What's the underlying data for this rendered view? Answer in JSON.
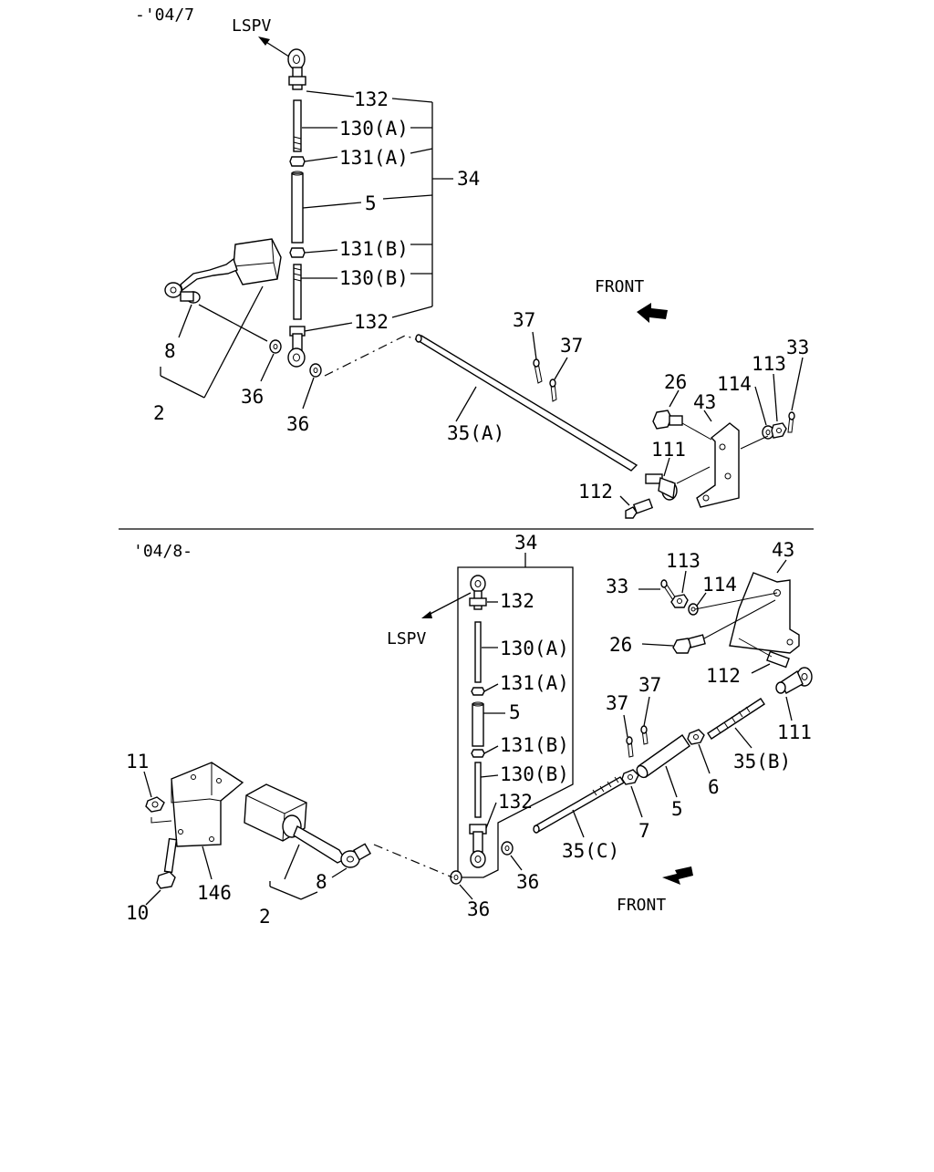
{
  "sections": {
    "top": "-'04/7",
    "bottom": "'04/8-"
  },
  "labels": {
    "lspv": "LSPV",
    "front": "FRONT"
  },
  "callouts_top": {
    "c132a": "132",
    "c130a": "130(A)",
    "c131a": "131(A)",
    "c34": "34",
    "c5": "5",
    "c131b": "131(B)",
    "c130b": "130(B)",
    "c132b": "132",
    "c8": "8",
    "c2": "2",
    "c36a": "36",
    "c36b": "36",
    "c37a": "37",
    "c37b": "37",
    "c35a": "35(A)",
    "c26": "26",
    "c43": "43",
    "c114": "114",
    "c113": "113",
    "c33": "33",
    "c111": "111",
    "c112": "112"
  },
  "callouts_bottom": {
    "c34": "34",
    "c132a": "132",
    "c130a": "130(A)",
    "c131a": "131(A)",
    "c5a": "5",
    "c131b": "131(B)",
    "c130b": "130(B)",
    "c132b": "132",
    "c113": "113",
    "c43": "43",
    "c33": "33",
    "c114": "114",
    "c26": "26",
    "c112": "112",
    "c111": "111",
    "c37a": "37",
    "c37b": "37",
    "c35b": "35(B)",
    "c6": "6",
    "c5b": "5",
    "c7": "7",
    "c35c": "35(C)",
    "c36a": "36",
    "c36b": "36",
    "c11": "11",
    "c146": "146",
    "c10": "10",
    "c8": "8",
    "c2": "2"
  }
}
